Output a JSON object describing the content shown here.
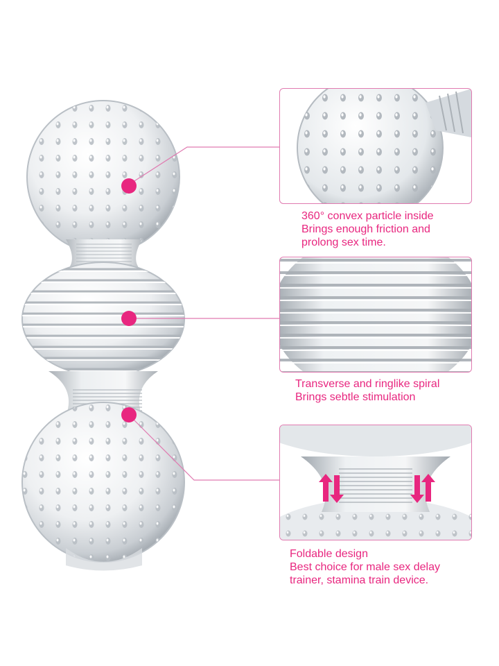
{
  "colors": {
    "accent": "#e8267f",
    "panel_border": "#e07ab0",
    "leader_line": "#e07ab0"
  },
  "features": [
    {
      "lines": [
        "360° convex particle inside",
        "Brings enough friction and",
        "prolong sex time."
      ]
    },
    {
      "lines": [
        "Transverse and ringlike spiral",
        "Brings sebtle stimulation"
      ]
    },
    {
      "lines": [
        "Foldable design",
        "Best choice for male sex delay",
        "trainer, stamina train device."
      ]
    }
  ]
}
